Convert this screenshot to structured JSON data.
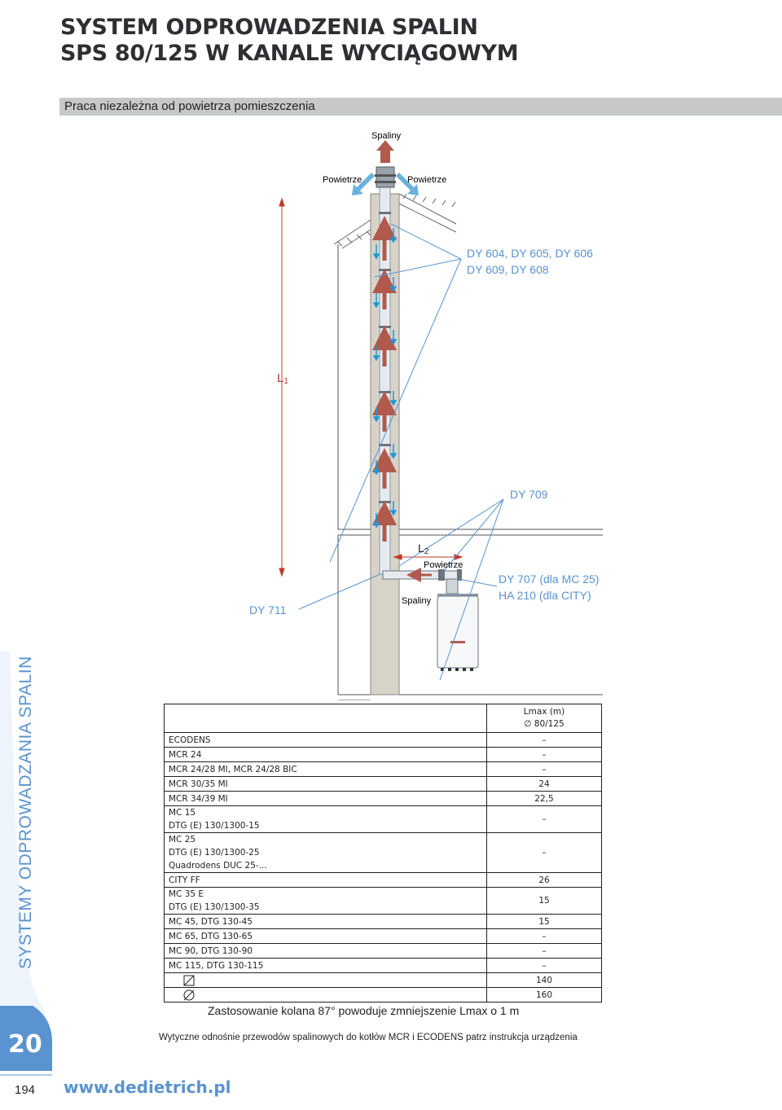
{
  "header": {
    "title_line1": "SYSTEM ODPROWADZENIA SPALIN",
    "title_line2": "SPS 80/125 W KANALE WYCIĄGOWYM",
    "subtitle": "Praca niezależna od powietrza pomieszczenia"
  },
  "sidebar": {
    "vertical_label": "SYSTEMY ODPROWADZANIA SPALIN",
    "chapter_number": "20",
    "page_number": "194"
  },
  "footer": {
    "website": "www.dedietrich.pl"
  },
  "diagram": {
    "label_spaliny_top": "Spaliny",
    "label_powietrze_left": "Powietrze",
    "label_powietrze_right": "Powietrze",
    "label_dy_top_1": "DY 604, DY 605, DY 606",
    "label_dy_top_2": "DY 609, DY 608",
    "label_l1": "L",
    "label_l1_sub": "1",
    "label_dy709": "DY 709",
    "label_l2": "L",
    "label_l2_sub": "2",
    "label_powietrze_boiler": "Powietrze",
    "label_spaliny_boiler": "Spaliny",
    "label_dy707_1": "DY 707 (dla MC 25)",
    "label_dy707_2": "HA 210 (dla CITY)",
    "label_dy711": "DY 711",
    "colors": {
      "accent_blue": "#5a93cf",
      "flue_red": "#b05a4e",
      "air_blue": "#1c9ad6",
      "chimney": "#d8d3c9"
    }
  },
  "table": {
    "header_line1": "Lmax (m)",
    "header_line2": "∅ 80/125",
    "rows": [
      {
        "model": "ECODENS",
        "value": "–"
      },
      {
        "model": "MCR 24",
        "value": "–"
      },
      {
        "model": "MCR 24/28 MI, MCR 24/28 BIC",
        "value": "–"
      },
      {
        "model": "MCR 30/35 MI",
        "value": "24"
      },
      {
        "model": "MCR 34/39 MI",
        "value": "22,5"
      },
      {
        "model": "MC 15\nDTG (E) 130/1300-15",
        "value": "–"
      },
      {
        "model": "MC 25\nDTG (E) 130/1300-25\nQuadrodens DUC 25-...",
        "value": "–"
      },
      {
        "model": "CITY FF",
        "value": "26"
      },
      {
        "model": "MC 35 E\nDTG (E) 130/1300-35",
        "value": "15"
      },
      {
        "model": "MC 45, DTG 130-45",
        "value": "15"
      },
      {
        "model": "MC 65, DTG 130-65",
        "value": "–"
      },
      {
        "model": "MC 90, DTG 130-90",
        "value": "–"
      },
      {
        "model": "MC 115, DTG 130-115",
        "value": "–"
      }
    ],
    "square_value": "140",
    "round_value": "160"
  },
  "notes": {
    "elbow_note": "Zastosowanie kolana 87° powoduje zmniejszenie Lmax o 1 m",
    "guideline_note": "Wytyczne odnośnie przewodów spalinowych do kotłów MCR i ECODENS patrz instrukcja urządzenia"
  }
}
